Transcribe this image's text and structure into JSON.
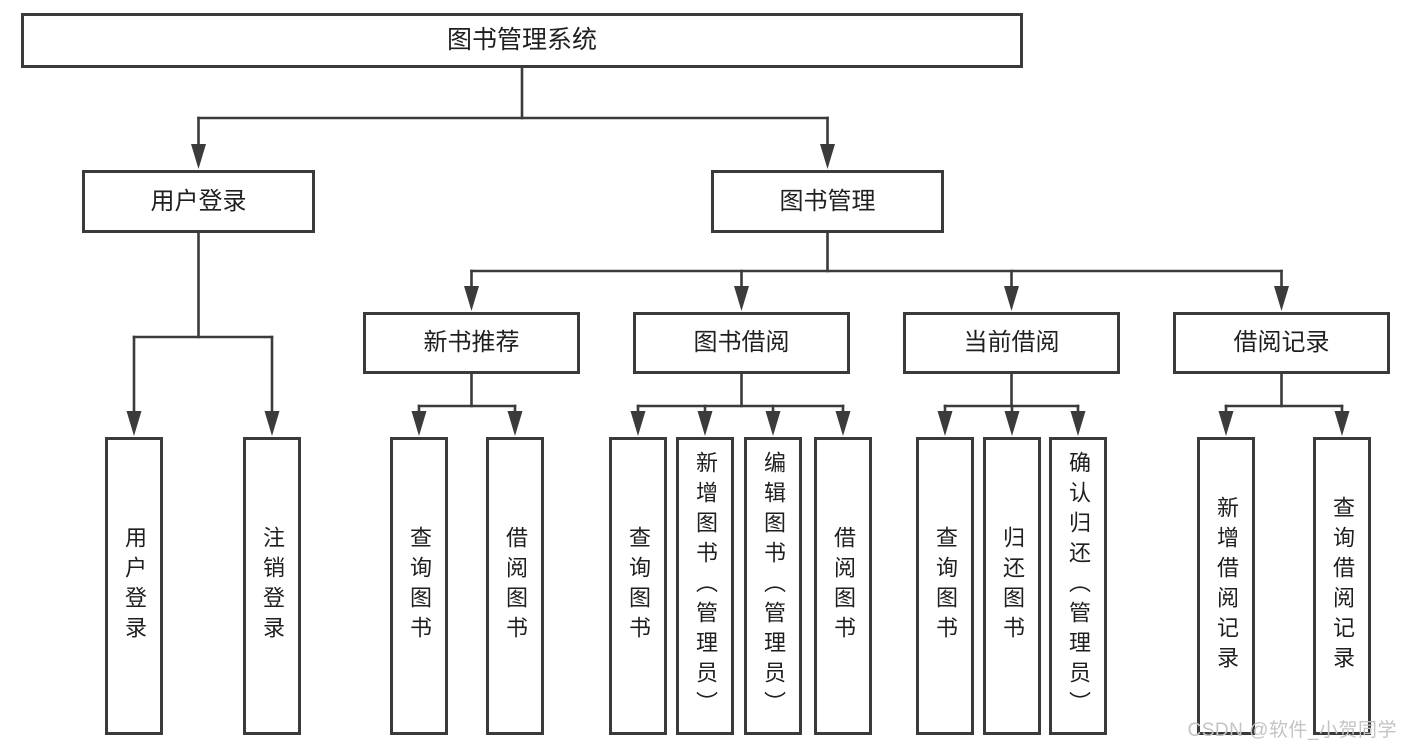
{
  "diagram_title": "图书管理系统",
  "nodes": [
    {
      "id": "root",
      "label": "图书管理系统",
      "parent": null,
      "vertical": false
    },
    {
      "id": "user-login",
      "label": "用户登录",
      "parent": "root",
      "vertical": false
    },
    {
      "id": "book-mgmt",
      "label": "图书管理",
      "parent": "root",
      "vertical": false
    },
    {
      "id": "new-book-rec",
      "label": "新书推荐",
      "parent": "book-mgmt",
      "vertical": false
    },
    {
      "id": "book-borrow",
      "label": "图书借阅",
      "parent": "book-mgmt",
      "vertical": false
    },
    {
      "id": "current-borrow",
      "label": "当前借阅",
      "parent": "book-mgmt",
      "vertical": false
    },
    {
      "id": "borrow-records",
      "label": "借阅记录",
      "parent": "book-mgmt",
      "vertical": false
    },
    {
      "id": "leaf-user-login",
      "label": "用户登录",
      "parent": "user-login",
      "vertical": true
    },
    {
      "id": "leaf-logout",
      "label": "注销登录",
      "parent": "user-login",
      "vertical": true
    },
    {
      "id": "leaf-query-book-rec",
      "label": "查询图书",
      "parent": "new-book-rec",
      "vertical": true
    },
    {
      "id": "leaf-borrow-book-rec",
      "label": "借阅图书",
      "parent": "new-book-rec",
      "vertical": true
    },
    {
      "id": "leaf-query-book-borrow",
      "label": "查询图书",
      "parent": "book-borrow",
      "vertical": true
    },
    {
      "id": "leaf-add-book-admin",
      "label": "新增图书（管理员）",
      "parent": "book-borrow",
      "vertical": true
    },
    {
      "id": "leaf-edit-book-admin",
      "label": "编辑图书（管理员）",
      "parent": "book-borrow",
      "vertical": true
    },
    {
      "id": "leaf-borrow-book",
      "label": "借阅图书",
      "parent": "book-borrow",
      "vertical": true
    },
    {
      "id": "leaf-query-book-current",
      "label": "查询图书",
      "parent": "current-borrow",
      "vertical": true
    },
    {
      "id": "leaf-return-book",
      "label": "归还图书",
      "parent": "current-borrow",
      "vertical": true
    },
    {
      "id": "leaf-confirm-return",
      "label": "确认归还（管理员）",
      "parent": "current-borrow",
      "vertical": true
    },
    {
      "id": "leaf-add-borrow-record",
      "label": "新增借阅记录",
      "parent": "borrow-records",
      "vertical": true
    },
    {
      "id": "leaf-query-borrow-record",
      "label": "查询借阅记录",
      "parent": "borrow-records",
      "vertical": true
    }
  ],
  "watermark": {
    "text": "CSDN @软件_小贺同学"
  },
  "colors": {
    "line": "#3b3b3b",
    "border": "#3a3a3a",
    "text": "#1f1f1f",
    "background": "#ffffff",
    "watermark": "#c4c4c4"
  }
}
